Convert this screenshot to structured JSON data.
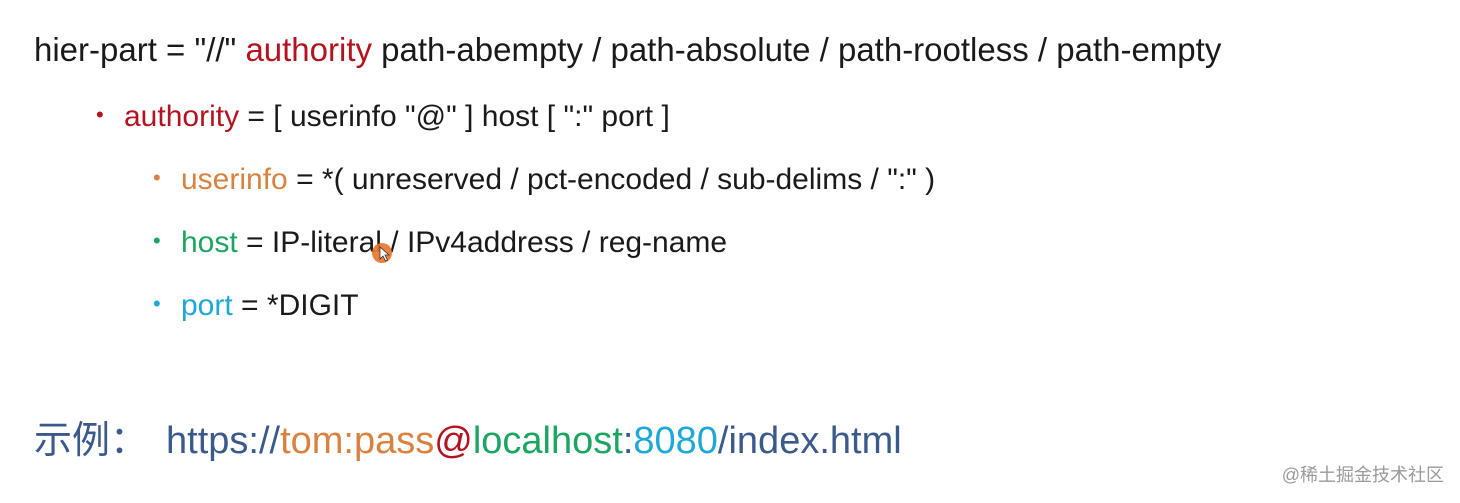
{
  "hier_part": {
    "prefix": "hier-part = \"//\" ",
    "authority": "authority",
    "suffix": " path-abempty / path-absolute / path-rootless / path-empty"
  },
  "authority_rule": {
    "bullet": "•",
    "name": "authority",
    "definition": " = [ userinfo \"@\" ] host [ \":\" port ]"
  },
  "userinfo_rule": {
    "bullet": "•",
    "name": "userinfo",
    "definition": " = *( unreserved / pct-encoded / sub-delims / \":\" )"
  },
  "host_rule": {
    "bullet": "•",
    "name": "host",
    "definition": " = IP-literal / IPv4address / reg-name"
  },
  "port_rule": {
    "bullet": "•",
    "name": "port",
    "definition": " = *DIGIT"
  },
  "example": {
    "label": "示例：",
    "scheme": "https://",
    "userinfo": "tom:pass",
    "at": "@",
    "host": "localhost",
    "colon": ":",
    "port": "8080",
    "path": "/index.html"
  },
  "watermark": "@稀土掘金技术社区",
  "colors": {
    "authority": "#b3131f",
    "userinfo": "#d9823f",
    "host": "#1aa660",
    "port": "#1ea8d6",
    "example_text": "#3a5a8c"
  },
  "icons": {
    "cursor": "mouse-cursor-icon"
  }
}
